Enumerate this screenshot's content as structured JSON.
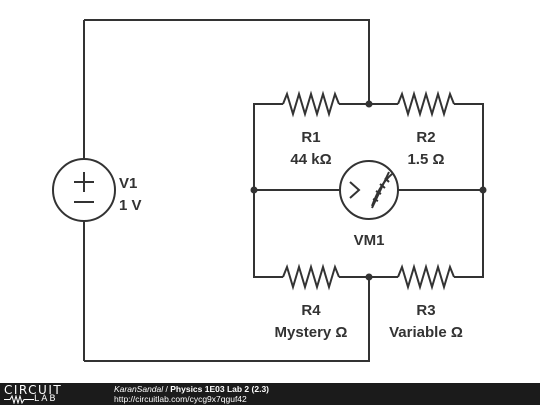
{
  "components": {
    "v1": {
      "name": "V1",
      "value": "1 V"
    },
    "r1": {
      "name": "R1",
      "value": "44 kΩ"
    },
    "r2": {
      "name": "R2",
      "value": "1.5 Ω"
    },
    "r3": {
      "name": "R3",
      "value": "Variable Ω"
    },
    "r4": {
      "name": "R4",
      "value": "Mystery Ω"
    },
    "vm1": {
      "name": "VM1"
    }
  },
  "footer": {
    "logo_top": "CIRCUIT",
    "logo_bottom": "LAB",
    "author": "KaranSandal",
    "separator": " / ",
    "title": "Physics 1E03 Lab 2 (2.3)",
    "url": "http://circuitlab.com/cycg9x7qguf42"
  },
  "colors": {
    "wire": "#333333",
    "footer_bg": "#1b1b1b",
    "footer_text": "#ffffff"
  }
}
